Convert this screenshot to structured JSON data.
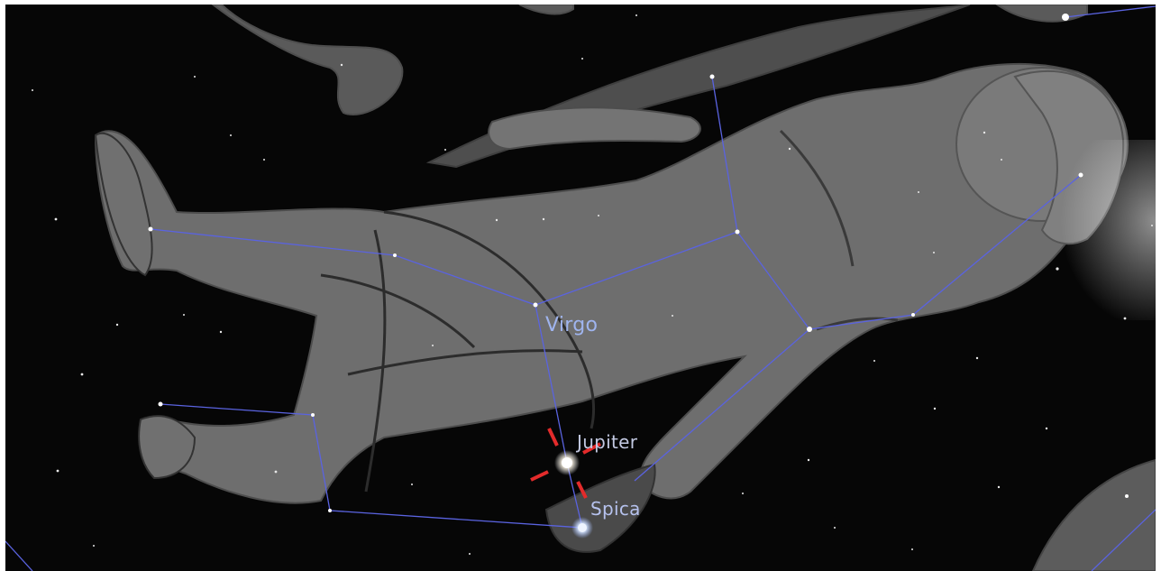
{
  "sky_view": {
    "constellation": {
      "name": "Virgo",
      "line_color": "#5a63e0",
      "art": "virgo-figure"
    },
    "objects": [
      {
        "name": "Jupiter",
        "type": "planet",
        "selected": true,
        "marker_color": "#e32b2b"
      },
      {
        "name": "Spica",
        "type": "star",
        "color": "#cfe0ff"
      }
    ]
  }
}
